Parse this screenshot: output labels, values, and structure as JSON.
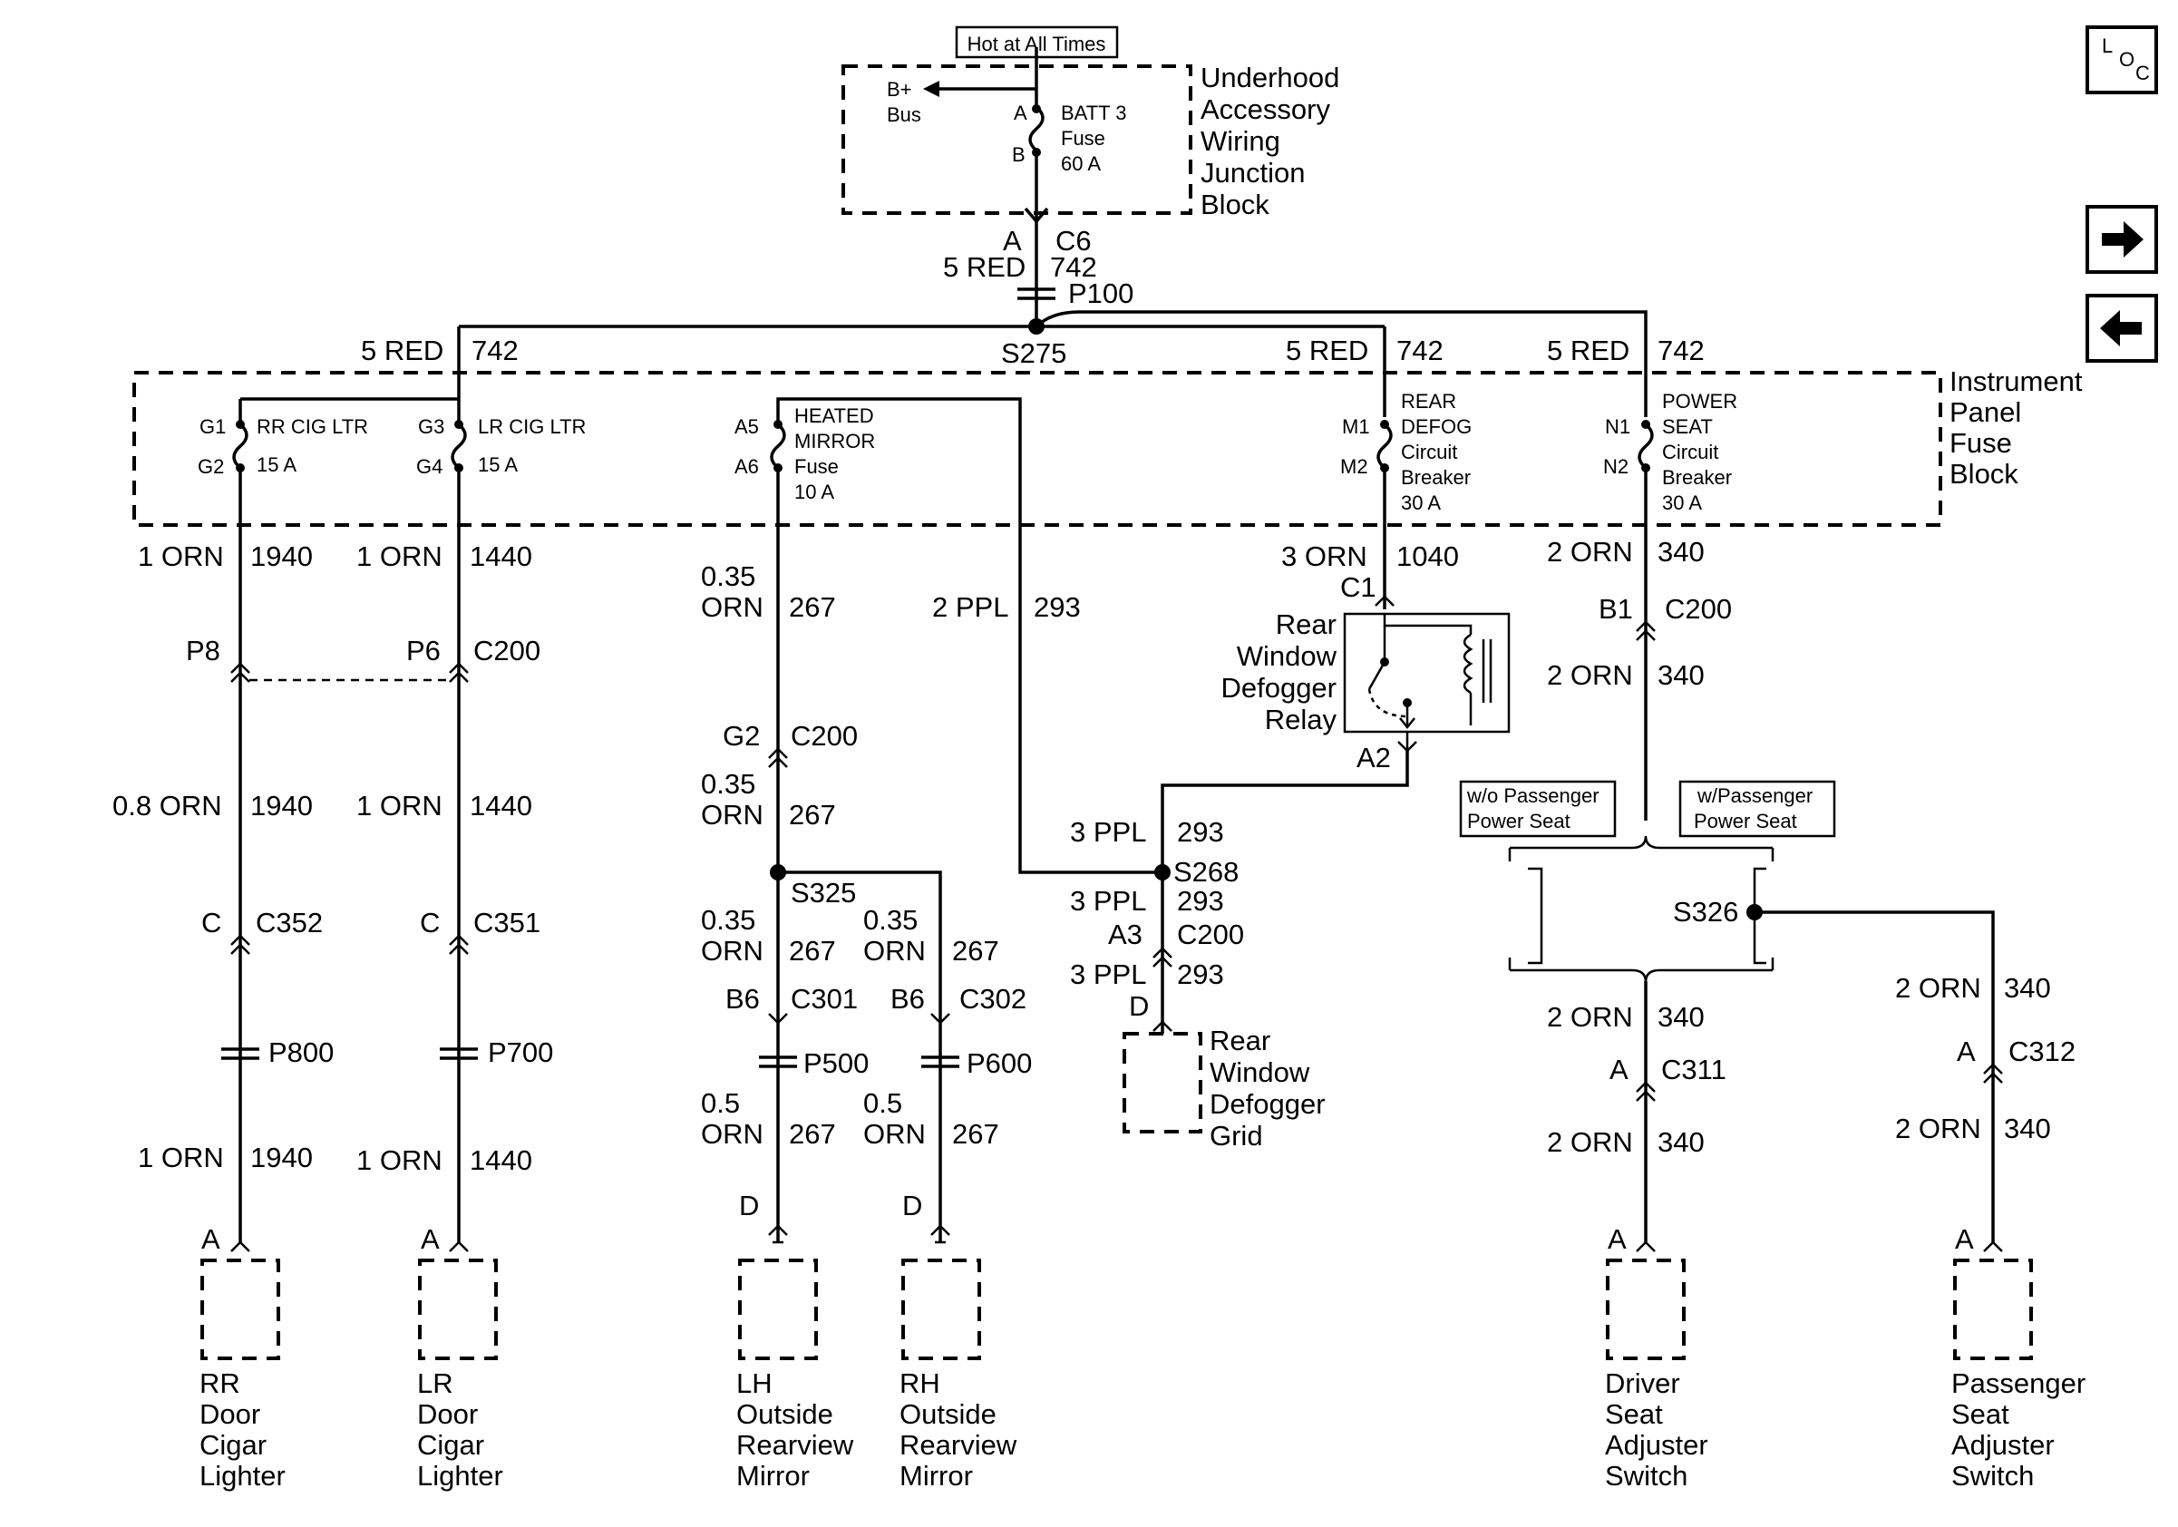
{
  "hot_label": "Hot at All Times",
  "underhood_block": [
    "Underhood",
    "Accessory",
    "Wiring",
    "Junction",
    "Block"
  ],
  "bplus": [
    "B+",
    "Bus"
  ],
  "batt_fuse": {
    "pin_a": "A",
    "pin_b": "B",
    "lines": [
      "BATT 3",
      "Fuse",
      "60 A"
    ]
  },
  "top_feed": {
    "pin": "A",
    "conn": "C6",
    "wire": "5 RED",
    "circuit": "742",
    "splice_pack": "P100",
    "splice": "S275"
  },
  "branch_labels": {
    "wire": "5 RED",
    "circuit": "742"
  },
  "ip_block": [
    "Instrument",
    "Panel",
    "Fuse",
    "Block"
  ],
  "fuses": {
    "rr": {
      "in": "G1",
      "out": "G2",
      "name": "RR CIG LTR",
      "amps": "15 A"
    },
    "lr": {
      "in": "G3",
      "out": "G4",
      "name": "LR CIG LTR",
      "amps": "15 A"
    },
    "mirror": {
      "in": "A5",
      "out": "A6",
      "lines": [
        "HEATED",
        "MIRROR",
        "Fuse",
        "10 A"
      ]
    },
    "defog": {
      "in": "M1",
      "out": "M2",
      "lines": [
        "REAR",
        "DEFOG",
        "Circuit",
        "Breaker",
        "30 A"
      ]
    },
    "seat": {
      "in": "N1",
      "out": "N2",
      "lines": [
        "POWER",
        "SEAT",
        "Circuit",
        "Breaker",
        "30 A"
      ]
    }
  },
  "rr_col": {
    "w1": "1 ORN",
    "c1": "1940",
    "conn1": "P8",
    "w2": "0.8 ORN",
    "c2": "1940",
    "pin2": "C",
    "conn2": "C352",
    "pack": "P800",
    "w3": "1 ORN",
    "c3": "1940",
    "pin": "A",
    "device": [
      "RR",
      "Door",
      "Cigar",
      "Lighter"
    ]
  },
  "lr_col": {
    "w1": "1 ORN",
    "c1": "1440",
    "conn1": "P6",
    "conn1b": "C200",
    "w2": "1 ORN",
    "c2": "1440",
    "pin2": "C",
    "conn2": "C351",
    "pack": "P700",
    "w3": "1 ORN",
    "c3": "1440",
    "pin": "A",
    "device": [
      "LR",
      "Door",
      "Cigar",
      "Lighter"
    ]
  },
  "mirror_col": {
    "w1": [
      "0.35",
      "ORN"
    ],
    "c1": "267",
    "pin1": "G2",
    "conn1": "C200",
    "w2": [
      "0.35",
      "ORN"
    ],
    "c2": "267",
    "splice": "S325",
    "lh": {
      "w": [
        "0.35",
        "ORN"
      ],
      "c": "267",
      "pin": "B6",
      "conn": "C301",
      "pack": "P500",
      "w2": [
        "0.5",
        "ORN"
      ],
      "c2": "267",
      "pin2": "D",
      "device": [
        "LH",
        "Outside",
        "Rearview",
        "Mirror"
      ]
    },
    "rh": {
      "w": [
        "0.35",
        "ORN"
      ],
      "c": "267",
      "pin": "B6",
      "conn": "C302",
      "pack": "P600",
      "w2": [
        "0.5",
        "ORN"
      ],
      "c2": "267",
      "pin2": "D",
      "device": [
        "RH",
        "Outside",
        "Rearview",
        "Mirror"
      ]
    }
  },
  "ppl_col": {
    "w1": "2 PPL",
    "c1": "293",
    "w2": "3 PPL",
    "c2": "293",
    "splice": "S268",
    "w3": "3 PPL",
    "c3": "293",
    "pin3": "A3",
    "conn3": "C200",
    "w4": "3 PPL",
    "c4": "293",
    "pin4": "D",
    "device": [
      "Rear",
      "Window",
      "Defogger",
      "Grid"
    ]
  },
  "relay": {
    "w": "3 ORN",
    "c": "1040",
    "pin_in": "C1",
    "pin_out": "A2",
    "name": [
      "Rear",
      "Window",
      "Defogger",
      "Relay"
    ]
  },
  "seat_col": {
    "w1": "2 ORN",
    "c1": "340",
    "pin1": "B1",
    "conn1": "C200",
    "w2": "2 ORN",
    "c2": "340",
    "opt_without": [
      "w/o Passenger",
      "Power Seat"
    ],
    "opt_with": [
      "w/Passenger",
      "Power Seat"
    ],
    "splice": "S326",
    "driver": {
      "w": "2 ORN",
      "c": "340",
      "pin": "A",
      "conn": "C311",
      "w2": "2 ORN",
      "c2": "340",
      "pin2": "A",
      "device": [
        "Driver",
        "Seat",
        "Adjuster",
        "Switch"
      ]
    },
    "pass": {
      "w": "2 ORN",
      "c": "340",
      "pin": "A",
      "conn": "C312",
      "w2": "2 ORN",
      "c2": "340",
      "pin2": "A",
      "device": [
        "Passenger",
        "Seat",
        "Adjuster",
        "Switch"
      ]
    }
  },
  "nav": {
    "loc": [
      "L",
      "O",
      "C"
    ],
    "next": "→",
    "prev": "←"
  }
}
